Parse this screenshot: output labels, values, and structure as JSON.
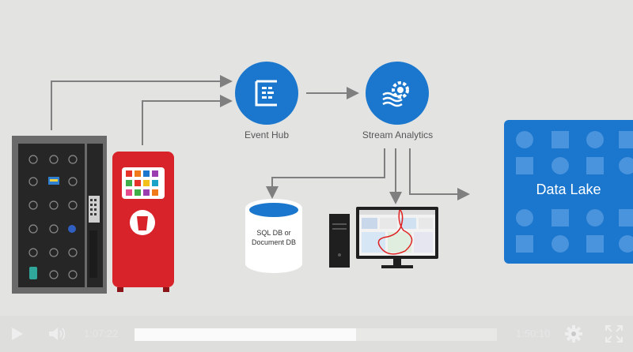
{
  "diagram": {
    "event_hub": {
      "label": "Event Hub"
    },
    "stream_analytics": {
      "label": "Stream Analytics"
    },
    "database": {
      "label_line1": "SQL DB or",
      "label_line2": "Document DB"
    },
    "data_lake": {
      "label": "Data Lake"
    }
  },
  "colors": {
    "background": "#e3e4e2",
    "azure_blue": "#1a77cd",
    "arrow": "#7f7f7f",
    "soda_machine_red": "#d9232a",
    "vending_machine_gray": "#6a6a6a"
  },
  "player": {
    "current_time": "1:07:22",
    "total_time": "1:50:10",
    "progress": 0.6115,
    "icons": {
      "play": "play-icon",
      "volume": "volume-icon",
      "settings": "gear-icon",
      "fullscreen": "fullscreen-icon"
    }
  }
}
